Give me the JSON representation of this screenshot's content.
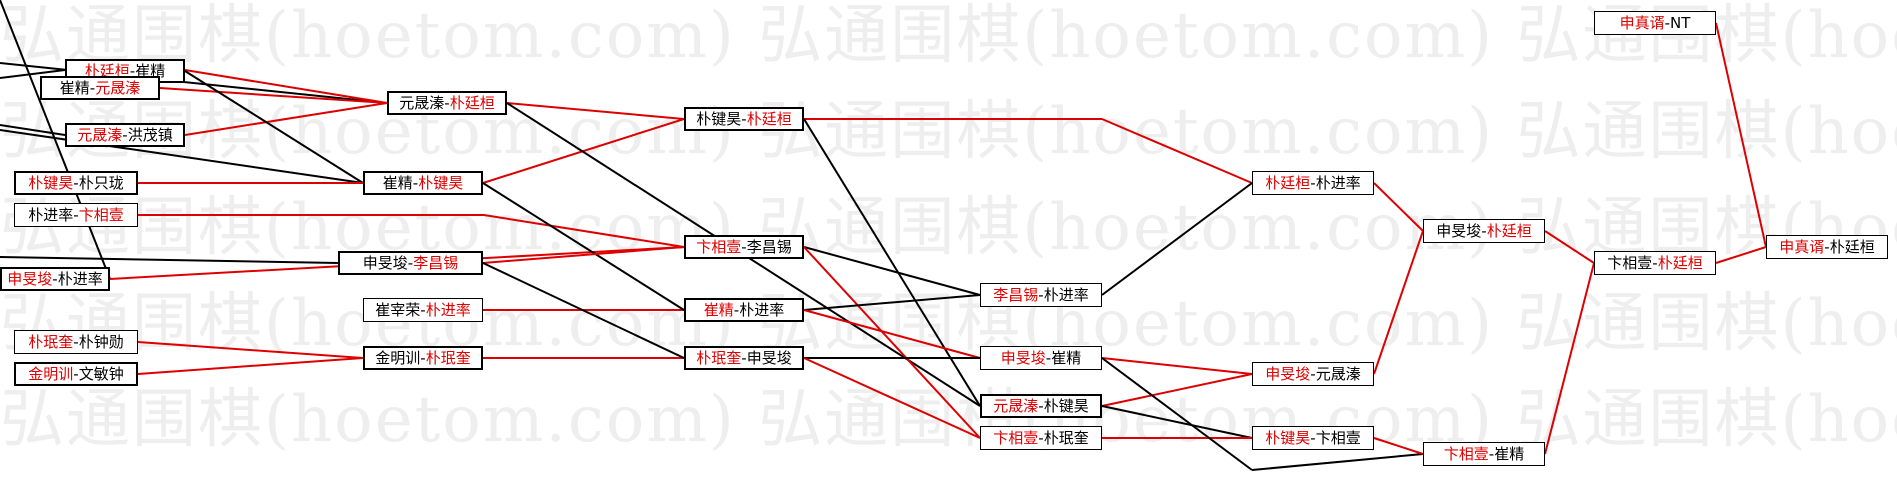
{
  "watermark": {
    "text": "弘通围棋(hoetom.com) 弘通围棋(hoetom.com) 弘通围棋(hoetom.com) 弘通围棋(hoetom.com) 弘通围棋(hoetom.com)"
  },
  "colors": {
    "winner": "#e00000",
    "loser": "#000000",
    "red_line": "#dd0000",
    "black_line": "#000000"
  },
  "nodes": [
    {
      "id": "n1",
      "a": "朴廷桓",
      "b": "崔精",
      "win": "a"
    },
    {
      "id": "n2",
      "a": "崔精",
      "b": "元晟溱",
      "win": "b"
    },
    {
      "id": "n3",
      "a": "元晟溱",
      "b": "洪茂镇",
      "win": "a"
    },
    {
      "id": "n4",
      "a": "朴键昊",
      "b": "朴只珑",
      "win": "a"
    },
    {
      "id": "n5",
      "a": "朴进率",
      "b": "卞相壹",
      "win": "b"
    },
    {
      "id": "n6",
      "a": "申旻埈",
      "b": "朴进率",
      "win": "a"
    },
    {
      "id": "n7",
      "a": "朴珉奎",
      "b": "朴钟勋",
      "win": "a"
    },
    {
      "id": "n8",
      "a": "金明训",
      "b": "文敏钟",
      "win": "a"
    },
    {
      "id": "n9",
      "a": "元晟溱",
      "b": "朴廷桓",
      "win": "b"
    },
    {
      "id": "n10",
      "a": "崔精",
      "b": "朴键昊",
      "win": "b"
    },
    {
      "id": "n11",
      "a": "申旻埈",
      "b": "李昌锡",
      "win": "b"
    },
    {
      "id": "n12",
      "a": "崔宰荣",
      "b": "朴进率",
      "win": "b"
    },
    {
      "id": "n13",
      "a": "金明训",
      "b": "朴珉奎",
      "win": "b"
    },
    {
      "id": "n14",
      "a": "朴键昊",
      "b": "朴廷桓",
      "win": "b"
    },
    {
      "id": "n15",
      "a": "卞相壹",
      "b": "李昌锡",
      "win": "a"
    },
    {
      "id": "n16",
      "a": "崔精",
      "b": "朴进率",
      "win": "a"
    },
    {
      "id": "n17",
      "a": "朴珉奎",
      "b": "申旻埈",
      "win": "a"
    },
    {
      "id": "n18",
      "a": "李昌锡",
      "b": "朴进率",
      "win": "a"
    },
    {
      "id": "n19",
      "a": "申旻埈",
      "b": "崔精",
      "win": "a"
    },
    {
      "id": "n20",
      "a": "元晟溱",
      "b": "朴键昊",
      "win": "a"
    },
    {
      "id": "n21",
      "a": "卞相壹",
      "b": "朴珉奎",
      "win": "a"
    },
    {
      "id": "n22",
      "a": "朴廷桓",
      "b": "朴进率",
      "win": "a"
    },
    {
      "id": "n23",
      "a": "申旻埈",
      "b": "元晟溱",
      "win": "a"
    },
    {
      "id": "n24",
      "a": "朴键昊",
      "b": "卞相壹",
      "win": "a"
    },
    {
      "id": "n25",
      "a": "申旻埈",
      "b": "朴廷桓",
      "win": "b"
    },
    {
      "id": "n26",
      "a": "卞相壹",
      "b": "崔精",
      "win": "a"
    },
    {
      "id": "n27",
      "a": "卞相壹",
      "b": "朴廷桓",
      "win": "b"
    },
    {
      "id": "n28",
      "a": "申真谞",
      "b": "NT",
      "win": "a"
    },
    {
      "id": "n29",
      "a": "申真谞",
      "b": "朴廷桓",
      "win": "a"
    }
  ]
}
